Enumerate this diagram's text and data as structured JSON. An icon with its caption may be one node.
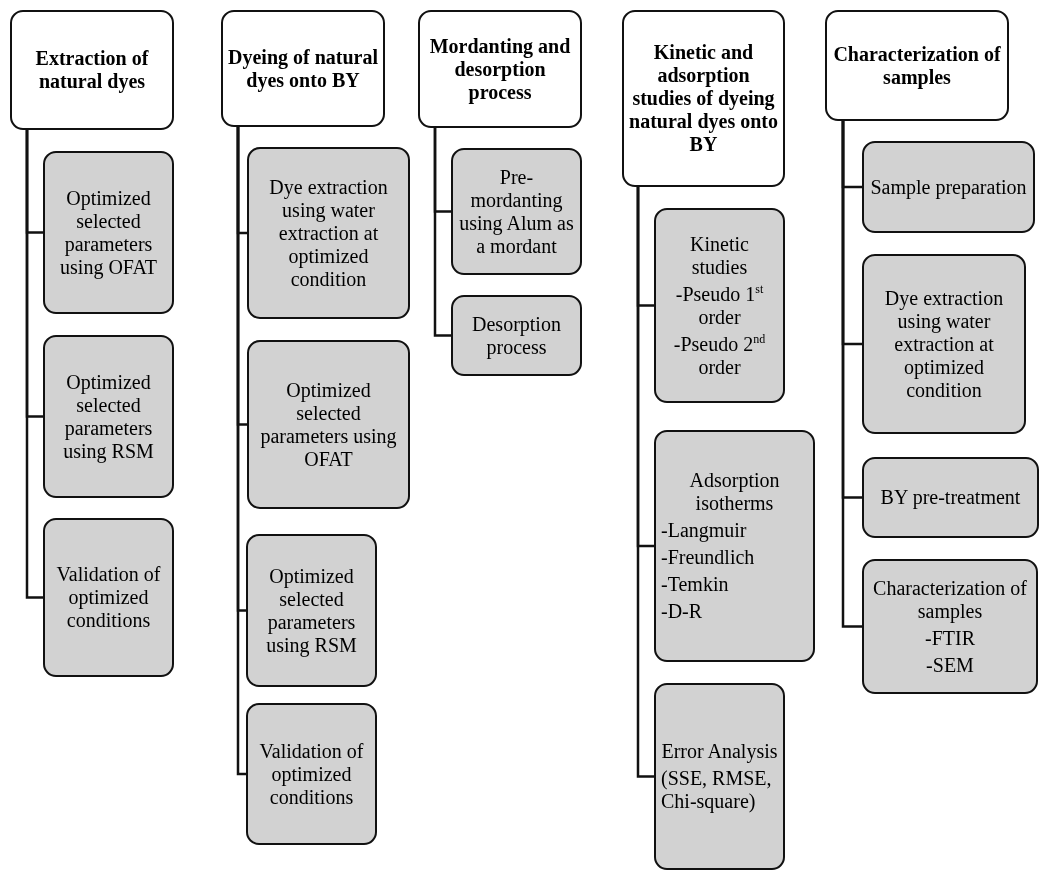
{
  "diagram": {
    "nodes": [
      {
        "text": [
          "Extraction of natural dyes"
        ]
      },
      {
        "text": [
          "Optimized selected parameters using OFAT"
        ]
      },
      {
        "text": [
          "Optimized selected parameters using RSM"
        ]
      },
      {
        "text": [
          "Validation of optimized conditions"
        ]
      },
      {
        "text": [
          "Dyeing of natural dyes onto BY"
        ]
      },
      {
        "text": [
          "Dye extraction using water extraction at optimized condition"
        ]
      },
      {
        "text": [
          "Optimized selected parameters using OFAT"
        ]
      },
      {
        "text": [
          "Optimized selected parameters using RSM"
        ]
      },
      {
        "text": [
          "Validation of optimized conditions"
        ]
      },
      {
        "text": [
          "Mordanting and desorption process"
        ]
      },
      {
        "text": [
          "Pre-mordanting using Alum as a mordant"
        ]
      },
      {
        "text": [
          "Desorption process"
        ]
      },
      {
        "text": [
          "Kinetic and adsorption studies of dyeing natural dyes onto BY"
        ]
      },
      {
        "text": [
          "Kinetic studies",
          "-Pseudo 1$^{st}$ order",
          "-Pseudo 2$^{nd}$ order"
        ]
      },
      {
        "text": [
          "Adsorption isotherms",
          "-Langmuir",
          "-Freundlich",
          "-Temkin",
          "-D-R"
        ]
      },
      {
        "text": [
          "Error Analysis",
          "(SSE, RMSE, Chi-square)"
        ]
      },
      {
        "text": [
          "Characterization of samples"
        ]
      },
      {
        "text": [
          "Sample preparation"
        ]
      },
      {
        "text": [
          "Dye extraction using water extraction at optimized condition"
        ]
      },
      {
        "text": [
          "BY pre-treatment"
        ]
      },
      {
        "text": [
          "Characterization of samples",
          "-FTIR",
          "-SEM"
        ]
      }
    ],
    "edges": [
      {
        "from": 0,
        "to": 1,
        "arrow": "none"
      },
      {
        "from": 0,
        "to": 2,
        "arrow": "none"
      },
      {
        "from": 0,
        "to": 3,
        "arrow": "none"
      },
      {
        "from": 4,
        "to": 5,
        "arrow": "none"
      },
      {
        "from": 4,
        "to": 6,
        "arrow": "none"
      },
      {
        "from": 4,
        "to": 7,
        "arrow": "none"
      },
      {
        "from": 4,
        "to": 8,
        "arrow": "none"
      },
      {
        "from": 9,
        "to": 10,
        "arrow": "none"
      },
      {
        "from": 9,
        "to": 11,
        "arrow": "none"
      },
      {
        "from": 12,
        "to": 13,
        "arrow": "none"
      },
      {
        "from": 12,
        "to": 14,
        "arrow": "none"
      },
      {
        "from": 12,
        "to": 15,
        "arrow": "none"
      },
      {
        "from": 16,
        "to": 17,
        "arrow": "none"
      },
      {
        "from": 16,
        "to": 18,
        "arrow": "none"
      },
      {
        "from": 16,
        "to": 19,
        "arrow": "none"
      },
      {
        "from": 16,
        "to": 20,
        "arrow": "none"
      }
    ]
  }
}
